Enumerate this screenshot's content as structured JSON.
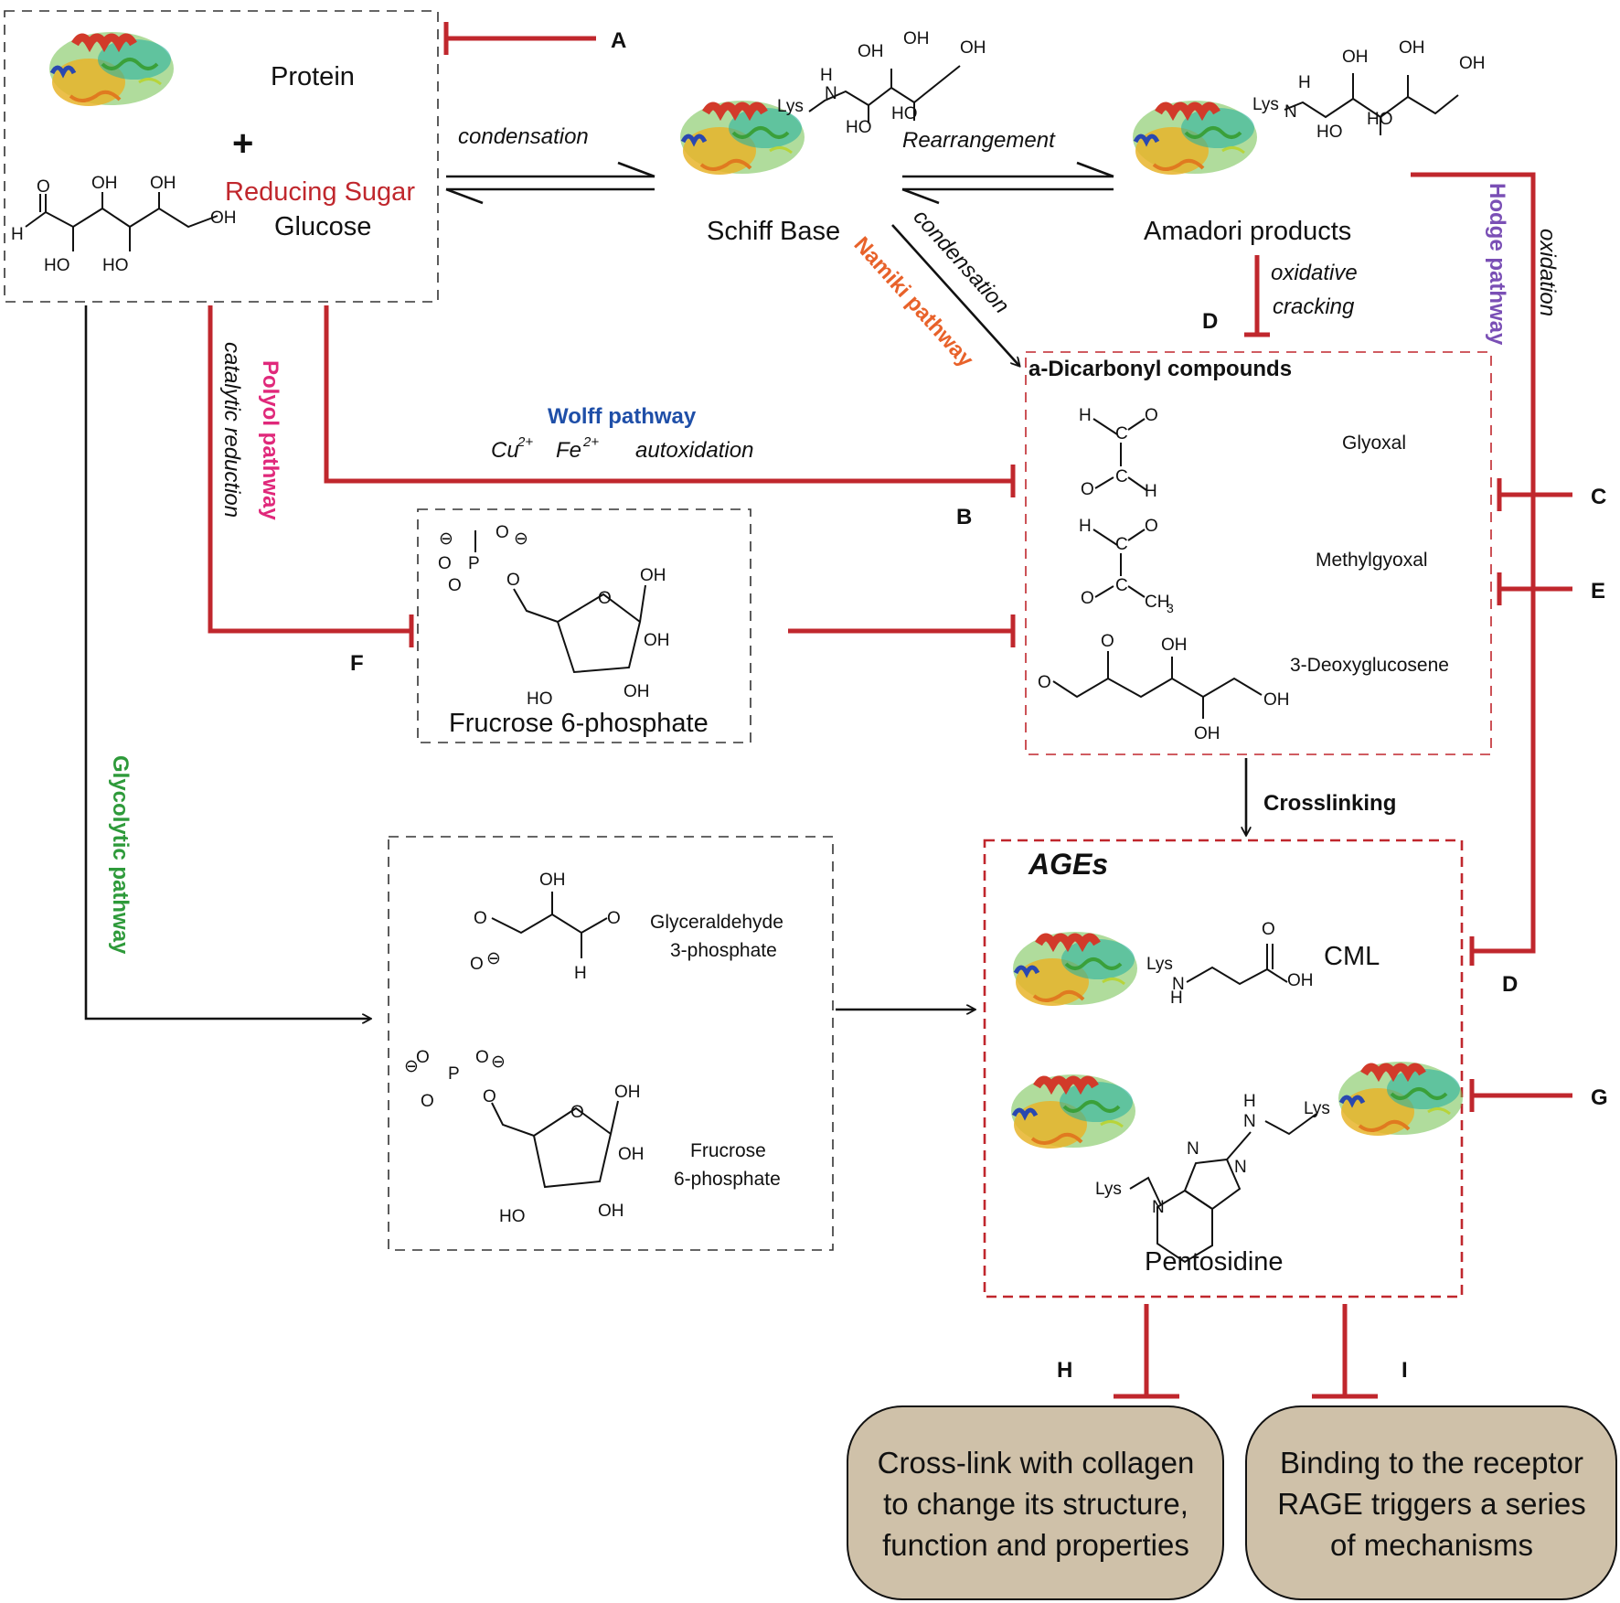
{
  "diagram": {
    "reactants": {
      "protein_label": "Protein",
      "plus": "+",
      "reducing_sugar": "Reducing Sugar",
      "glucose": "Glucose"
    },
    "steps": {
      "condensation_1": "condensation",
      "rearrangement": "Rearrangement",
      "condensation_2": "condensation",
      "oxidative": "oxidative",
      "cracking": "cracking",
      "oxidation": "oxidation",
      "catalytic_reduction": "catalytic reduction",
      "autoxidation": "autoxidation",
      "crosslinking": "Crosslinking",
      "metal_cu": "Cu",
      "metal_cu_charge": "2+",
      "metal_fe": "Fe",
      "metal_fe_charge": "2+"
    },
    "intermediates": {
      "schiff_base": "Schiff Base",
      "amadori": "Amadori products",
      "dicarbonyl_title": "a-Dicarbonyl compounds",
      "glyoxal": "Glyoxal",
      "methylglyoxal": "Methylgyoxal",
      "deoxyglucosone": "3-Deoxyglucosene",
      "fructose6p_polyol": "Frucrose 6-phosphate",
      "glyceraldehyde_line1": "Glyceraldehyde",
      "glyceraldehyde_line2": "3-phosphate",
      "fructose6p_line1": "Frucrose",
      "fructose6p_line2": "6-phosphate"
    },
    "ages": {
      "title": "AGEs",
      "cml": "CML",
      "pentosidine": "Pentosidine"
    },
    "pathways": {
      "namiki": "Namiki  pathway",
      "wolff": "Wolff  pathway",
      "polyol": "Polyol  pathway",
      "hodge": "Hodge pathway",
      "glycolytic": "Glycolytic  pathway"
    },
    "inhibition_points": {
      "A": "A",
      "B": "B",
      "C": "C",
      "D_top": "D",
      "D_right": "D",
      "E": "E",
      "F": "F",
      "G": "G",
      "H": "H",
      "I": "I"
    },
    "outcomes": {
      "collagen": [
        "Cross-link with collagen",
        "to change its structure,",
        "function and properties"
      ],
      "rage": [
        "Binding to the receptor",
        "RAGE triggers a series",
        "of mechanisms"
      ]
    },
    "chem_labels": {
      "OH": "OH",
      "HO": "HO",
      "O": "O",
      "H": "H",
      "Lys": "Lys",
      "N": "N",
      "P": "P",
      "CH3": "CH",
      "CH3_sub": "3",
      "C": "C",
      "minus": "⊖"
    },
    "colors": {
      "inhibition_red": "#c0272d",
      "namiki_orange": "#e8622a",
      "wolff_blue": "#1f4fa8",
      "polyol_pink": "#e0287a",
      "hodge_purple": "#7a4fb5",
      "glycolytic_green": "#2e9a3a",
      "reducing_sugar_red": "#c0272d",
      "outcome_fill": "#cfc1a9"
    }
  }
}
